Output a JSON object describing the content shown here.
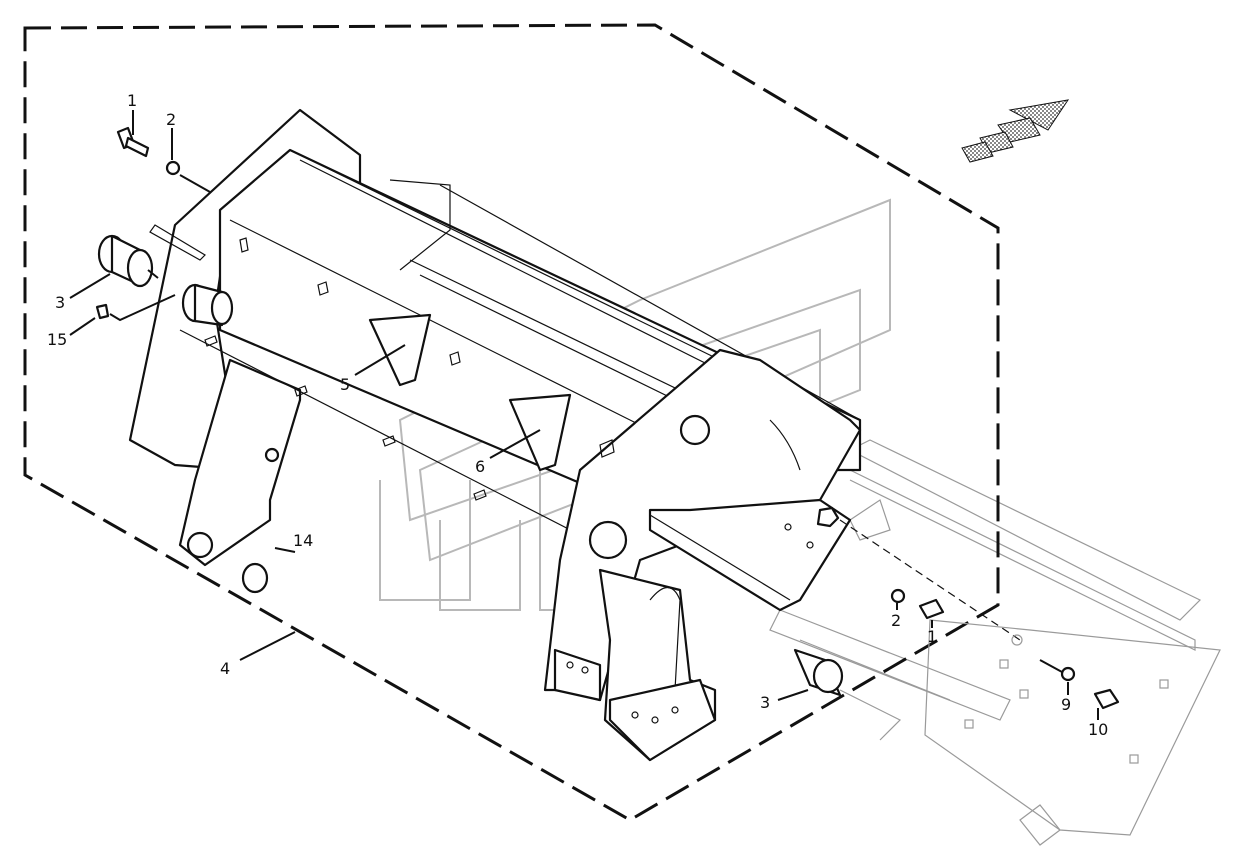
{
  "diagram": {
    "callouts": [
      {
        "id": "c1a",
        "text": "1"
      },
      {
        "id": "c2a",
        "text": "2"
      },
      {
        "id": "c3a",
        "text": "3"
      },
      {
        "id": "c15",
        "text": "15"
      },
      {
        "id": "c5",
        "text": "5"
      },
      {
        "id": "c6",
        "text": "6"
      },
      {
        "id": "c14",
        "text": "14"
      },
      {
        "id": "c4",
        "text": "4"
      },
      {
        "id": "c2b",
        "text": "2"
      },
      {
        "id": "c1b",
        "text": "1"
      },
      {
        "id": "c3b",
        "text": "3"
      },
      {
        "id": "c9",
        "text": "9"
      },
      {
        "id": "c10",
        "text": "10"
      }
    ],
    "colors": {
      "line": "#111111",
      "ghost": "#9a9a9a",
      "watermark": "#b8b8b8",
      "arrow_fill": "#cfcfcf"
    },
    "icons": [
      "direction-arrow-icon"
    ]
  }
}
